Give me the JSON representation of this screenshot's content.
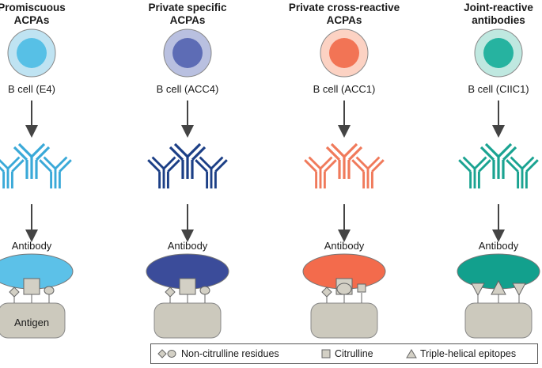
{
  "columns": [
    {
      "title_line1": "Promiscuous",
      "title_line2": "ACPAs",
      "cell_label": "B cell (E4)",
      "antibody_label": "Antibody",
      "antigen_label": "Antigen",
      "colors": {
        "cell_outer": "#bfe3f2",
        "cell_inner": "#57c0e6",
        "antibody": "#3aa9d8",
        "body": "#5cc1e8"
      }
    },
    {
      "title_line1": "Private specific",
      "title_line2": "ACPAs",
      "cell_label": "B cell (ACC4)",
      "antibody_label": "Antibody",
      "antigen_label": "",
      "colors": {
        "cell_outer": "#b9c0e0",
        "cell_inner": "#5d6cb5",
        "antibody": "#1c3f86",
        "body": "#3b4c9a"
      }
    },
    {
      "title_line1": "Private cross-reactive",
      "title_line2": "ACPAs",
      "cell_label": "B cell (ACC1)",
      "antibody_label": "Antibody",
      "antigen_label": "",
      "colors": {
        "cell_outer": "#fcd2c3",
        "cell_inner": "#f27455",
        "antibody": "#f07a5b",
        "body": "#f36b4c"
      }
    },
    {
      "title_line1": "Joint-reactive",
      "title_line2": "antibodies",
      "cell_label": "B cell (CIIC1)",
      "antibody_label": "Antibody",
      "antigen_label": "",
      "colors": {
        "cell_outer": "#bfe8e0",
        "cell_inner": "#26b3a0",
        "antibody": "#1aa391",
        "body": "#12a08d"
      }
    }
  ],
  "legend": {
    "non_citrulline": "Non-citrulline residues",
    "citrulline": "Citrulline",
    "triple_helical": "Triple-helical epitopes"
  },
  "colors": {
    "antigen_fill": "#ccc9bd",
    "epitope_fill": "#d3d0c5",
    "stroke": "#666666",
    "arrow": "#444444"
  }
}
